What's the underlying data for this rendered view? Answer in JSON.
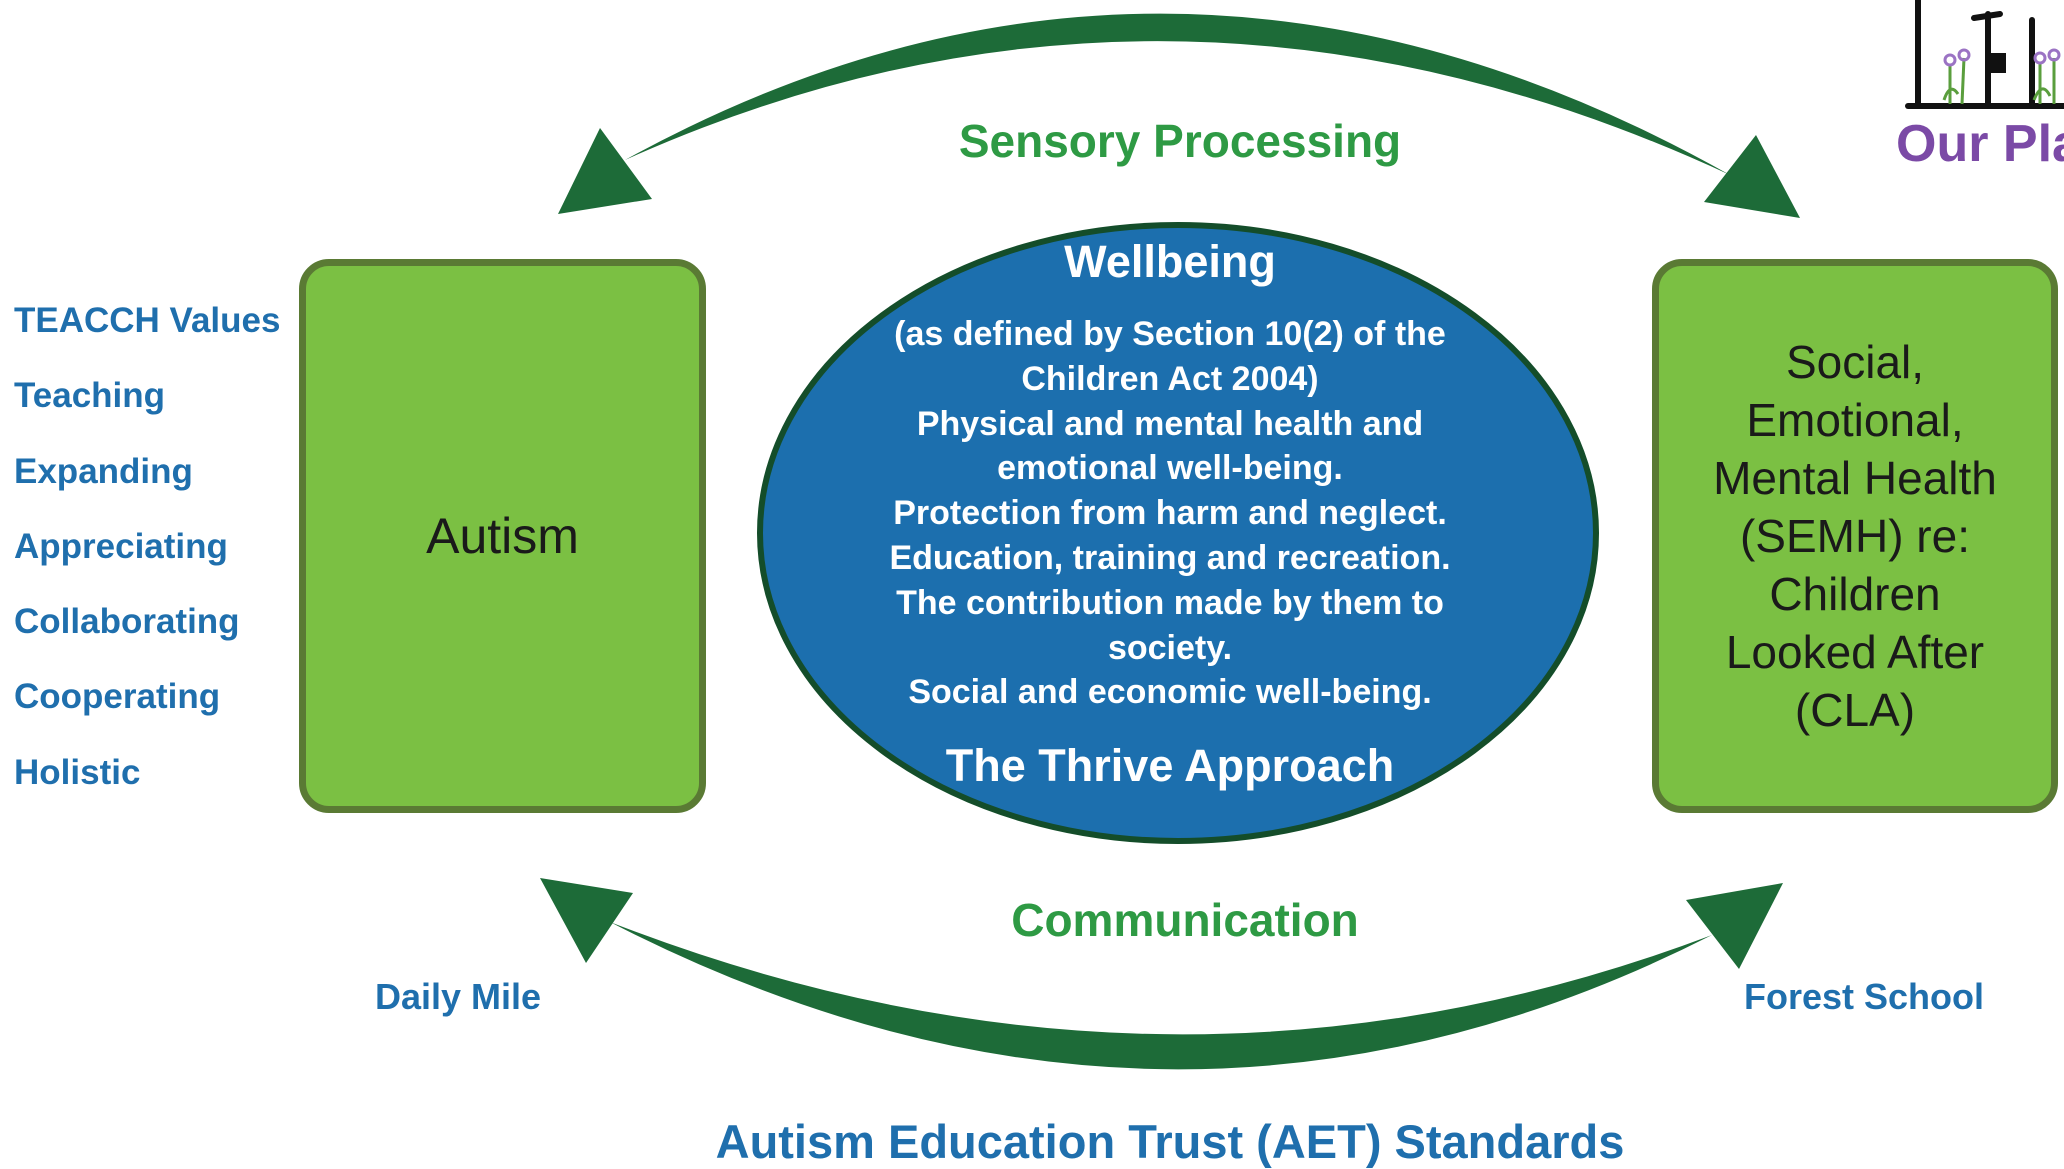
{
  "colors": {
    "arrow_green": "#1d6b38",
    "label_green": "#2e9a44",
    "label_blue": "#1f6fad",
    "box_fill": "#7bc043",
    "box_border": "#5a7a34",
    "ellipse_fill": "#1c6fae",
    "ellipse_border": "#144d2a",
    "logo_purple": "#7b4aa6"
  },
  "top_arrow": {
    "label": "Sensory Processing"
  },
  "bottom_arrow": {
    "label": "Communication"
  },
  "footer": {
    "label": "Autism Education Trust (AET) Standards"
  },
  "left_box": {
    "label": "Autism"
  },
  "right_box": {
    "lines": [
      "Social,",
      "Emotional,",
      "Mental Health",
      "(SEMH) re:",
      "Children",
      "Looked After",
      "(CLA)"
    ]
  },
  "ellipse": {
    "title": "Wellbeing",
    "lines": [
      "(as defined by Section 10(2) of the",
      "Children Act 2004)",
      "Physical and mental health and",
      "emotional well-being.",
      "Protection from harm and neglect.",
      "Education, training and recreation.",
      "The contribution made by them to",
      "society.",
      "Social and economic well-being."
    ],
    "footer": "The Thrive Approach"
  },
  "teacch": {
    "items": [
      "TEACCH Values",
      "Teaching",
      "Expanding",
      "Appreciating",
      "Collaborating",
      "Cooperating",
      "Holistic"
    ]
  },
  "side_labels": {
    "left": "Daily Mile",
    "right": "Forest School"
  },
  "logo": {
    "text": "Our Pla"
  }
}
